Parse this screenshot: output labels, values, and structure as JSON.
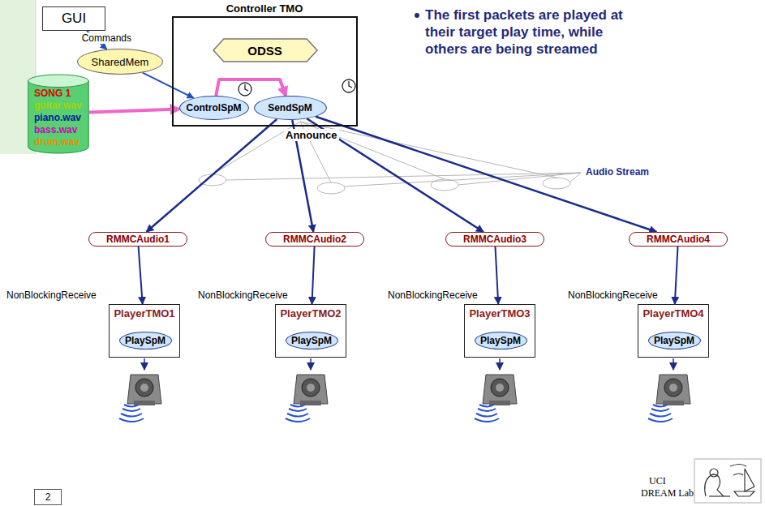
{
  "diagram": {
    "nodes": [
      {
        "text": [
          "GUI"
        ]
      },
      {
        "text": [
          "Controller TMO"
        ]
      },
      {
        "text": [
          "ODSS"
        ],
        "in": 1
      },
      {
        "text": [
          "ControlSpM"
        ],
        "in": 1
      },
      {
        "text": [
          "SendSpM"
        ],
        "in": 1
      },
      {
        "text": [
          "SharedMem"
        ]
      },
      {
        "text": [
          "SONG 1",
          "guitar.wav",
          "piano.wav",
          "bass.wav",
          "drum.wav"
        ]
      },
      {
        "text": [
          "RMMCAudio1"
        ]
      },
      {
        "text": [
          "PlayerTMO1"
        ]
      },
      {
        "text": [
          "PlaySpM"
        ],
        "in": 8
      },
      {
        "text": [
          "RMMCAudio2"
        ]
      },
      {
        "text": [
          "PlayerTMO2"
        ]
      },
      {
        "text": [
          "PlaySpM"
        ],
        "in": 11
      },
      {
        "text": [
          "RMMCAudio3"
        ]
      },
      {
        "text": [
          "PlayerTMO3"
        ]
      },
      {
        "text": [
          "PlaySpM"
        ],
        "in": 14
      },
      {
        "text": [
          "RMMCAudio4"
        ]
      },
      {
        "text": [
          "PlayerTMO4"
        ]
      },
      {
        "text": [
          "PlaySpM"
        ],
        "in": 17
      },
      {
        "text": [
          "2"
        ]
      }
    ],
    "edges": [
      {
        "from": 0,
        "to": 5,
        "arrow": "to",
        "label": "Commands"
      },
      {
        "from": 5,
        "to": 3,
        "arrow": "to"
      },
      {
        "from": 6,
        "to": 3,
        "arrow": "to"
      },
      {
        "from": 3,
        "to": 4,
        "arrow": "to"
      },
      {
        "from": 4,
        "to": 7,
        "arrow": "to"
      },
      {
        "from": 4,
        "to": 10,
        "arrow": "to"
      },
      {
        "from": 4,
        "to": 13,
        "arrow": "to"
      },
      {
        "from": 4,
        "to": 16,
        "arrow": "to"
      },
      {
        "from": 7,
        "to": 8,
        "arrow": "to"
      },
      {
        "from": 10,
        "to": 11,
        "arrow": "to"
      },
      {
        "from": 13,
        "to": 14,
        "arrow": "to"
      },
      {
        "from": 16,
        "to": 17,
        "arrow": "to"
      }
    ],
    "labels": [
      "The first packets are played at their target play time, while others are being streamed",
      "Announce",
      "Audio Stream",
      "NonBlockingReceive",
      "NonBlockingReceive",
      "NonBlockingReceive",
      "NonBlockingReceive",
      "UCI",
      "DREAM Lab"
    ]
  }
}
